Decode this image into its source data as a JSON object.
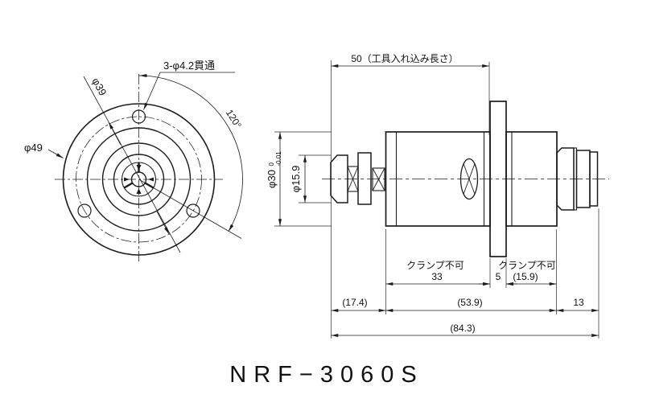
{
  "title": "NRF−3060S",
  "front_view": {
    "hole_callout": "3-φ4.2貫通",
    "bolt_circle_diameter": "φ39",
    "flange_diameter": "φ49",
    "hole_angle": "120°"
  },
  "side_view": {
    "tool_length": "50（工具入れ込み長さ）",
    "body_diameter": "φ30",
    "body_tol_upper": "0",
    "body_tol_lower": "-0.01",
    "tip_diameter": "φ15.9",
    "clamp_note_left": "クランプ不可",
    "clamp_left_length": "33",
    "flange_width": "5",
    "clamp_note_right": "クランプ不可",
    "clamp_right_length": "(15.9)",
    "front_length": "(17.4)",
    "mid_length": "(53.9)",
    "rear_length": "13",
    "total_length": "(84.3)"
  },
  "colors": {
    "line": "#1c1c1c",
    "dim_line": "#2a2a2a",
    "background": "#ffffff"
  }
}
